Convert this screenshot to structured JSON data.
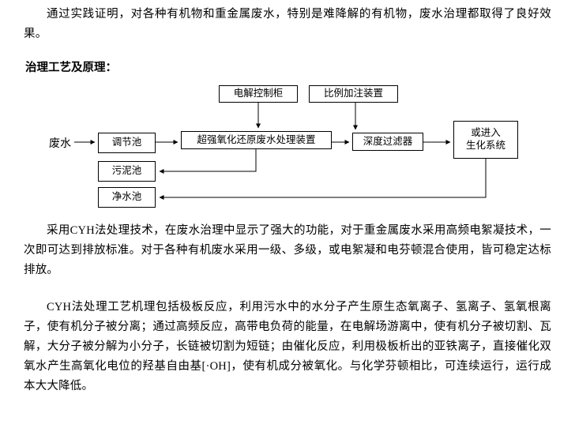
{
  "page": {
    "paragraph1": "通过实践证明，对各种有机物和重金属废水，特别是难降解的有机物，废水治理都取得了良好效果。",
    "heading": "治理工艺及原理：",
    "paragraph2": "采用CYH法处理技术，在废水治理中显示了强大的功能，对于重金属废水采用高频电絮凝技术，一次即可达到排放标准。对于各种有机废水采用一级、多级，或电絮凝和电芬顿混合使用，皆可稳定达标排放。",
    "paragraph3": "CYH法处理工艺机理包括极板反应，利用污水中的水分子产生原生态氧离子、氢离子、氢氧根离子，使有机分子被分离；通过高频反应，高带电负荷的能量，在电解场游离中，使有机分子被切割、瓦解，大分子被分解为小分子，长链被切割为短链；由催化反应，利用极板析出的亚铁离子，直接催化双氧水产生高氧化电位的羟基自由基[·OH]，使有机成分被氧化。与化学芬顿相比，可连续运行，运行成本大大降低。"
  },
  "diagram": {
    "wastewater_label": "废水",
    "boxes": {
      "electrolysis_control": "电解控制柜",
      "proportional_dosing": "比例加注装置",
      "adjustment_tank": "调节池",
      "oxidation_device": "超强氧化还原废水处理装置",
      "deep_filter": "深度过滤器",
      "biochemical_system": "或进入\n生化系统",
      "sludge_tank": "污泥池",
      "clean_water_tank": "净水池"
    },
    "line_color": "#000000"
  }
}
